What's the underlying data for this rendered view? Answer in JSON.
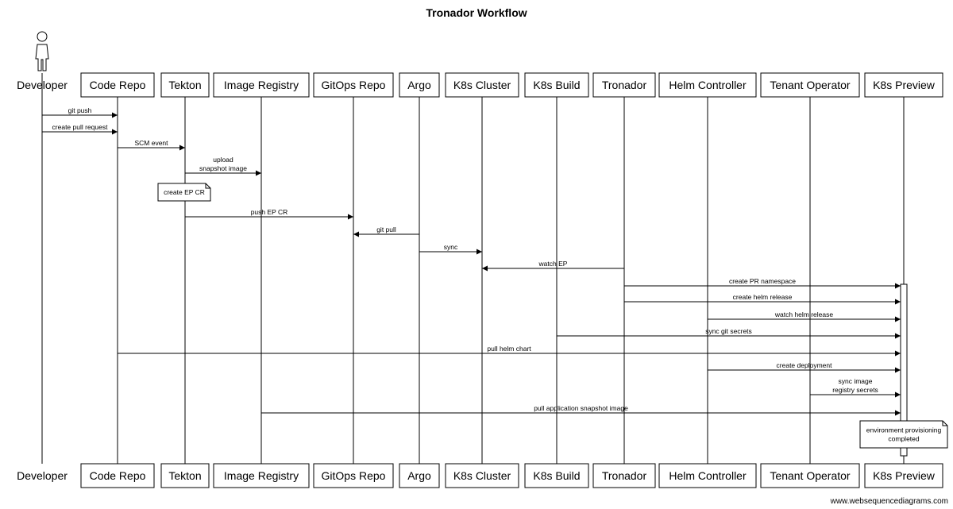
{
  "title": "Tronador Workflow",
  "footer": "www.websequencediagrams.com",
  "participants": [
    {
      "id": "dev",
      "label": "Developer",
      "actor": true
    },
    {
      "id": "code",
      "label": "Code Repo"
    },
    {
      "id": "tekton",
      "label": "Tekton"
    },
    {
      "id": "registry",
      "label": "Image Registry"
    },
    {
      "id": "gitops",
      "label": "GitOps Repo"
    },
    {
      "id": "argo",
      "label": "Argo"
    },
    {
      "id": "k8s",
      "label": "K8s Cluster"
    },
    {
      "id": "build",
      "label": "K8s Build"
    },
    {
      "id": "tronador",
      "label": "Tronador"
    },
    {
      "id": "helm",
      "label": "Helm Controller"
    },
    {
      "id": "tenant",
      "label": "Tenant Operator"
    },
    {
      "id": "preview",
      "label": "K8s Preview"
    }
  ],
  "messages": [
    {
      "from": "dev",
      "to": "code",
      "label": "git push"
    },
    {
      "from": "dev",
      "to": "code",
      "label": "create pull request"
    },
    {
      "from": "code",
      "to": "tekton",
      "label": "SCM event"
    },
    {
      "from": "tekton",
      "to": "registry",
      "label": "upload\nsnapshot image"
    },
    {
      "from": "tekton",
      "to": "gitops",
      "label": "push EP CR"
    },
    {
      "from": "argo",
      "to": "gitops",
      "label": "git pull"
    },
    {
      "from": "argo",
      "to": "k8s",
      "label": "sync"
    },
    {
      "from": "tronador",
      "to": "k8s",
      "label": "watch EP"
    },
    {
      "from": "tronador",
      "to": "preview",
      "label": "create PR namespace"
    },
    {
      "from": "tronador",
      "to": "preview",
      "label": "create helm release"
    },
    {
      "from": "helm",
      "to": "preview",
      "label": "watch helm release"
    },
    {
      "from": "build",
      "to": "preview",
      "label": "sync git secrets"
    },
    {
      "from": "code",
      "to": "preview",
      "label": "pull helm chart"
    },
    {
      "from": "helm",
      "to": "preview",
      "label": "create deployment"
    },
    {
      "from": "tenant",
      "to": "preview",
      "label": "sync image\nregistry secrets"
    },
    {
      "from": "registry",
      "to": "preview",
      "label": "pull application snapshot image"
    }
  ],
  "notes": [
    {
      "over": "tekton",
      "label": "create EP CR"
    },
    {
      "over": "preview",
      "label": "environment provisioning\ncompleted"
    }
  ]
}
